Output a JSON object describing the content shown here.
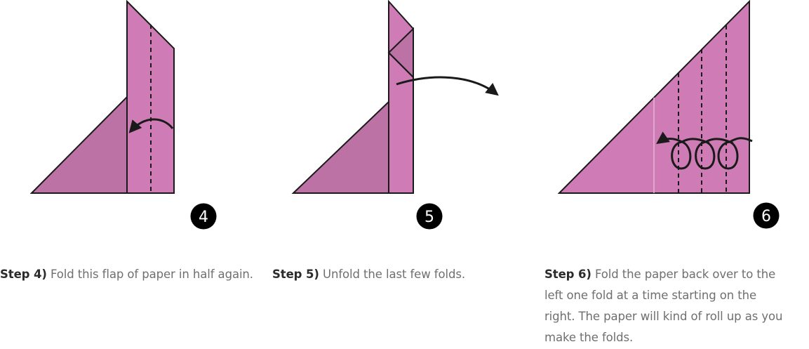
{
  "colors": {
    "paper_light": "#cf7bb6",
    "paper_dark": "#bd72a6",
    "stroke": "#1a1a1a",
    "badge": "#000000",
    "caption_text": "#6f6f6f",
    "caption_lead": "#2b2b2b"
  },
  "steps": [
    {
      "number": "4",
      "lead": "Step 4)",
      "text": "Fold this flap of paper in half again."
    },
    {
      "number": "5",
      "lead": "Step 5)",
      "text": "Unfold the last few folds."
    },
    {
      "number": "6",
      "lead": "Step 6)",
      "text": "Fold the paper back over to the left one fold at a time starting on the right. The paper will kind of roll up as you make the folds."
    }
  ]
}
